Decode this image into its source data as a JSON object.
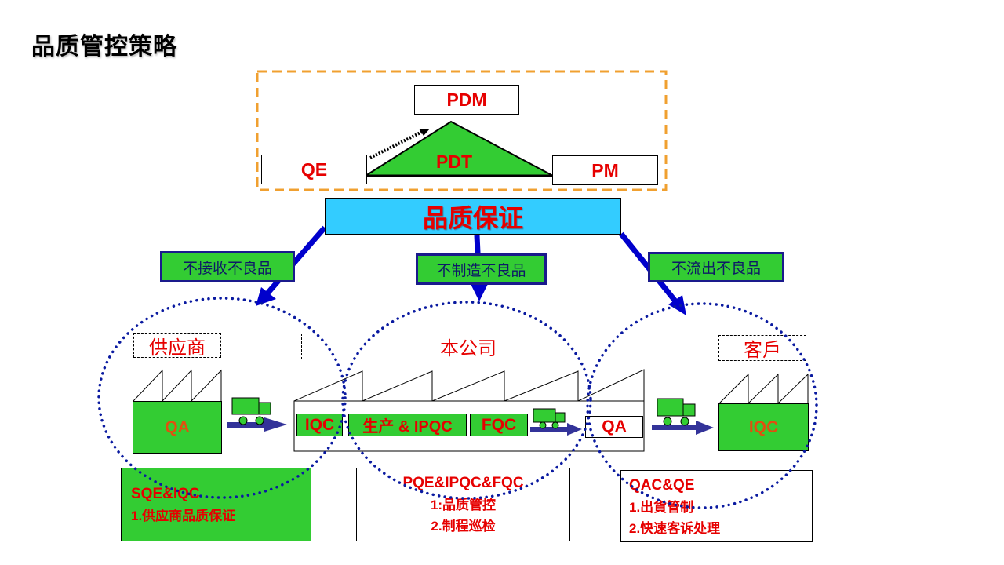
{
  "title": "品质管控策略",
  "top_group": {
    "pdm": "PDM",
    "qe": "QE",
    "pm": "PM",
    "pdt": "PDT"
  },
  "center": {
    "label": "品质保证"
  },
  "principles": [
    {
      "label": "不接收不良品"
    },
    {
      "label": "不制造不良品"
    },
    {
      "label": "不流出不良品"
    }
  ],
  "zones": {
    "supplier": {
      "label": "供应商",
      "station": "QA"
    },
    "company": {
      "label": "本公司",
      "stations": [
        "IQC",
        "生产 & IPQC",
        "FQC",
        "QA"
      ]
    },
    "customer": {
      "label": "客戶",
      "station": "IQC"
    }
  },
  "notes": [
    {
      "heading": "SQE&IQC",
      "lines": [
        "1.供应商品质保证"
      ]
    },
    {
      "heading": "PQE&IPQC&FQC",
      "lines": [
        "1:品质管控",
        "2.制程巡检"
      ]
    },
    {
      "heading": "QAC&QE",
      "lines": [
        "1.出貨管制",
        "2.快速客诉处理"
      ]
    }
  ],
  "colors": {
    "green": "#33cc33",
    "red": "#e60000",
    "blue": "#0000cc",
    "cyan": "#33ccff",
    "orange": "#f0a030",
    "navy": "#333399"
  }
}
